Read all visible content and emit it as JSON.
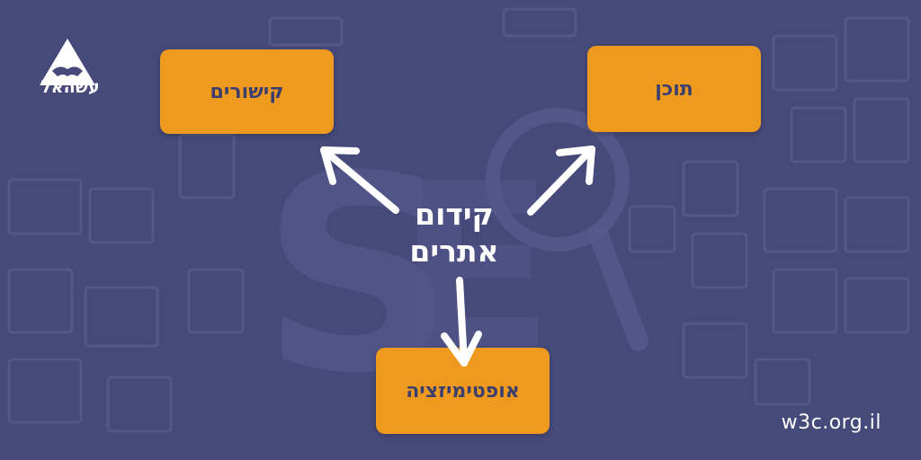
{
  "brand": {
    "logo_text": "עשהאל"
  },
  "nodes": {
    "center_line1": "קידום",
    "center_line2": "אתרים",
    "links": "קישורים",
    "content": "תוכן",
    "optimization": "אופטימיזציה"
  },
  "background_text": "SEO",
  "website": "w3c.org.il",
  "colors": {
    "background": "#464a7a",
    "box": "#ee9a1e",
    "box_text": "#3c3f6d",
    "arrow": "#ffffff"
  }
}
